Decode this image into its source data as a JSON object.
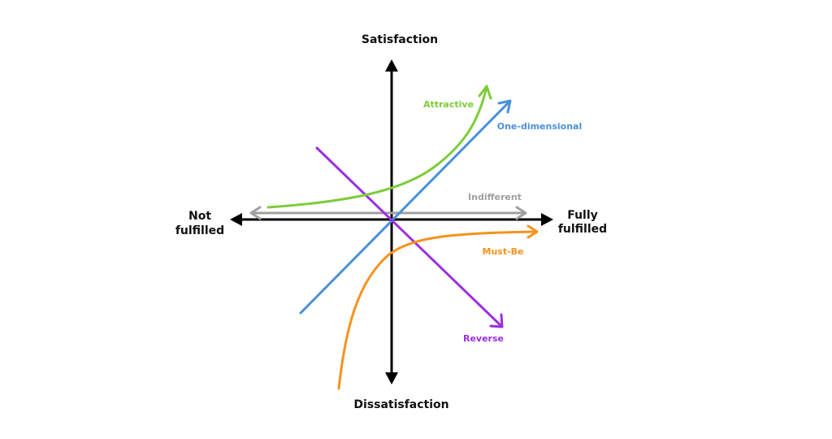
{
  "axes": {
    "top_label": "Satisfaction",
    "bottom_label": "Dissatisfaction",
    "left_label_line1": "Not",
    "left_label_line2": "fulfilled",
    "right_label_line1": "Fully",
    "right_label_line2": "fulfilled",
    "color": "#000000"
  },
  "curves": {
    "attractive": {
      "label": "Attractive",
      "color": "#7dcc3a"
    },
    "one_dimensional": {
      "label": "One-dimensional",
      "color": "#4a90d9"
    },
    "indifferent": {
      "label": "Indifferent",
      "color": "#a0a0a0"
    },
    "must_be": {
      "label": "Must-Be",
      "color": "#f5921e"
    },
    "reverse": {
      "label": "Reverse",
      "color": "#9b2fe0"
    }
  }
}
